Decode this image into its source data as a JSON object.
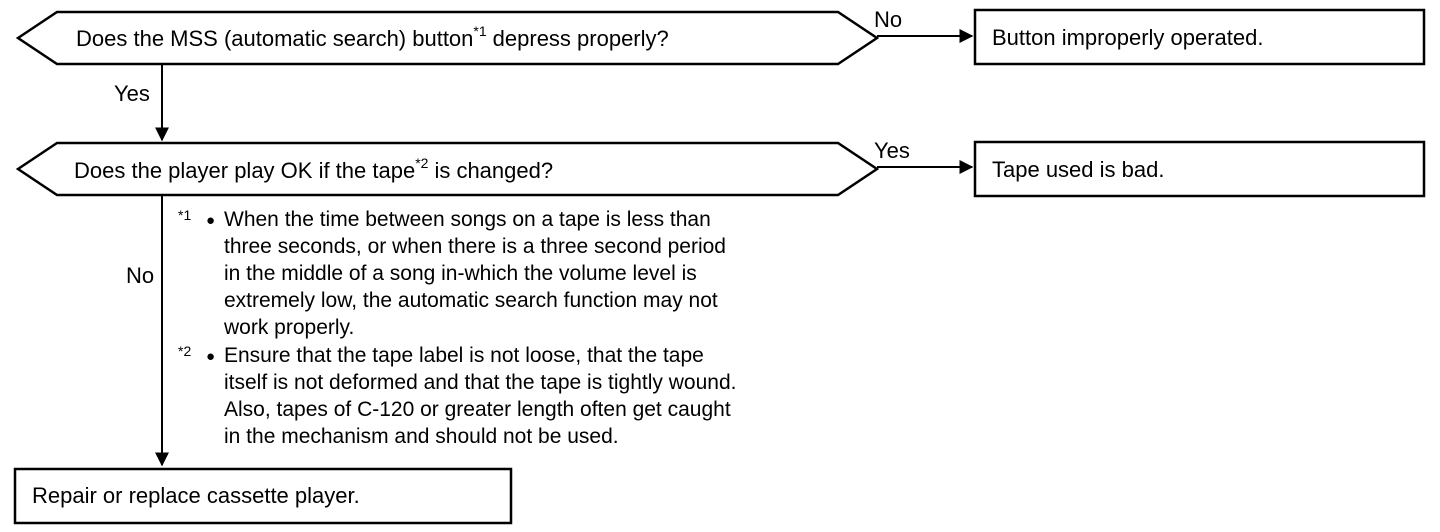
{
  "question1": {
    "text_before": "Does the MSS (automatic search) button",
    "marker": "*1",
    "text_after": "depress properly?"
  },
  "question2": {
    "text_before": "Does the player play OK if the tape",
    "marker": "*2",
    "text_after": "is changed?"
  },
  "labels": {
    "q1_no": "No",
    "q1_yes": "Yes",
    "q2_yes": "Yes",
    "q2_no": "No"
  },
  "results": {
    "button_improper": "Button improperly operated.",
    "tape_bad": "Tape used is bad.",
    "repair": "Repair or replace cassette player."
  },
  "notes": [
    {
      "marker": "*1",
      "bullet": "●",
      "lines": [
        "When the time between songs on a tape is less than",
        "three seconds, or when there is a three second period",
        "in the middle of a song in-which the volume level is",
        "extremely low, the automatic search function may not",
        "work properly."
      ]
    },
    {
      "marker": "*2",
      "bullet": "●",
      "lines": [
        "Ensure that the tape label is not loose, that the tape",
        "itself is not deformed and that the tape is tightly wound.",
        "Also, tapes of C-120 or greater length often get caught",
        "in the mechanism and should not be used."
      ]
    }
  ]
}
